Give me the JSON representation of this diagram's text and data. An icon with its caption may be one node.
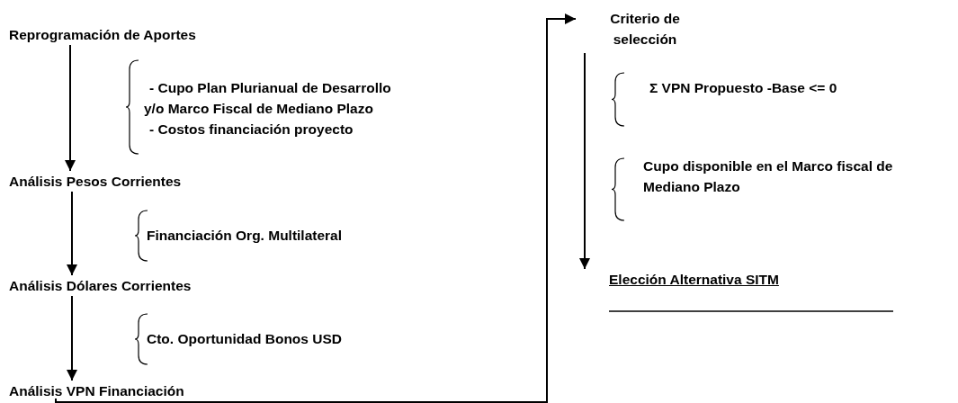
{
  "diagram": {
    "nodes": [
      {
        "text": [
          "Reprogramación de Aportes"
        ]
      },
      {
        "text": [
          "Análisis Pesos Corrientes"
        ]
      },
      {
        "text": [
          "Análisis Dólares Corrientes"
        ]
      },
      {
        "text": [
          "Análisis VPN Financiación"
        ]
      },
      {
        "text": [
          "Criterio de selección"
        ]
      },
      {
        "text": [
          "Elección Alternativa SITM"
        ]
      }
    ],
    "edges": [
      {
        "from": 0,
        "to": 1,
        "arrow": "to"
      },
      {
        "from": 1,
        "to": 2,
        "arrow": "to"
      },
      {
        "from": 2,
        "to": 3,
        "arrow": "to"
      },
      {
        "from": 3,
        "to": 4,
        "arrow": "to"
      },
      {
        "from": 4,
        "to": 5,
        "arrow": "to"
      }
    ],
    "labels": [
      "- Cupo Plan Plurianual de Desarrollo y/o Marco Fiscal de Mediano Plazo",
      "- Costos financiación proyecto",
      "Financiación Org. Multilateral",
      "Cto. Oportunidad Bonos USD",
      "Σ VPN Propuesto -Base <= 0",
      "Cupo disponible en el Marco fiscal de Mediano Plazo"
    ]
  }
}
